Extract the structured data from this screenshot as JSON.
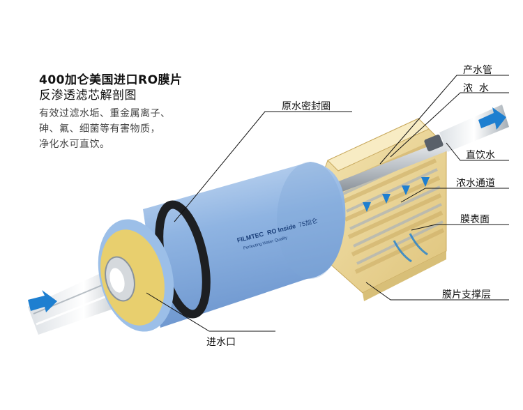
{
  "heading": {
    "line1": "400加仑美国进口RO膜片",
    "line2": "反渗透滤芯解剖图"
  },
  "description": {
    "line1": "有效过滤水垢、重金属离子、",
    "line2": "砷、氟、细菌等有害物质，",
    "line3": "净化水可直饮。"
  },
  "labels": {
    "seal_ring": "原水密封圈",
    "inlet": "进水口",
    "product_tube": "产水管",
    "concentrate": "浓  水",
    "drinking_water": "直饮水",
    "concentrate_channel": "浓水通道",
    "membrane_surface": "膜表面",
    "membrane_support": "膜片支撑层"
  },
  "cylinder_text": {
    "brand": "FILMTEC",
    "model": "RO Inside",
    "capacity": "75加仑",
    "tagline": "Perfecting Water Quality"
  },
  "colors": {
    "cylinder": "#8fb4e2",
    "membrane": "#ecd99a",
    "arrow": "#1e7fd0",
    "line": "#111111"
  }
}
